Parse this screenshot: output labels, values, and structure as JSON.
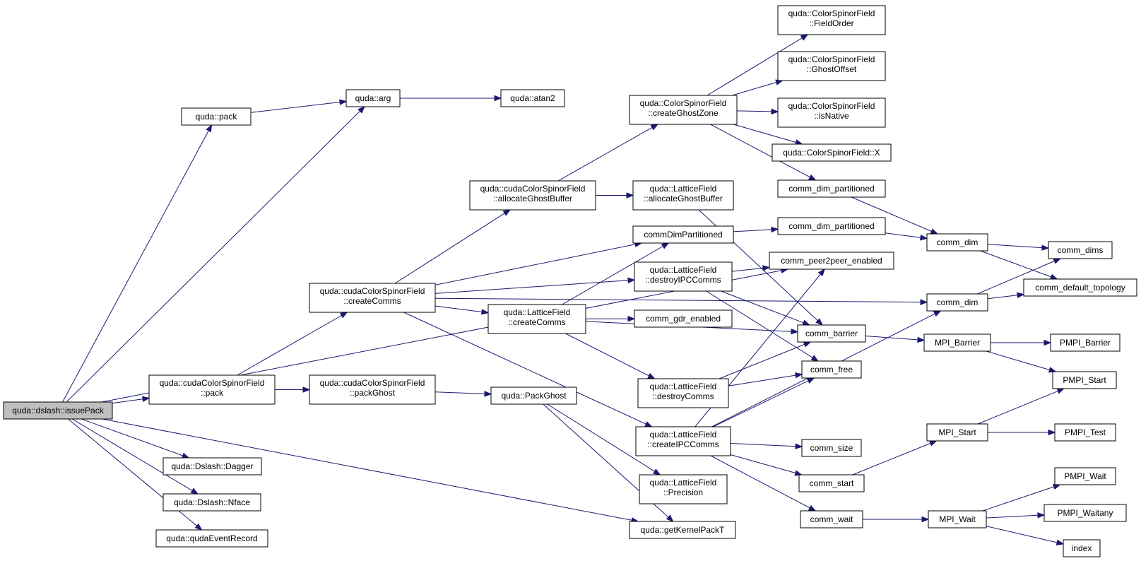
{
  "nodes": [
    {
      "id": "issuePack",
      "lines": [
        "quda::dslash::issuePack"
      ],
      "root": true
    },
    {
      "id": "arg",
      "lines": [
        "quda::arg"
      ]
    },
    {
      "id": "pack",
      "lines": [
        "quda::pack"
      ]
    },
    {
      "id": "atan2",
      "lines": [
        "quda::atan2"
      ]
    },
    {
      "id": "cudaPack",
      "lines": [
        "quda::cudaColorSpinorField",
        "::pack"
      ]
    },
    {
      "id": "cudaCreateComms",
      "lines": [
        "quda::cudaColorSpinorField",
        "::createComms"
      ]
    },
    {
      "id": "packGhost",
      "lines": [
        "quda::cudaColorSpinorField",
        "::packGhost"
      ]
    },
    {
      "id": "PackGhost",
      "lines": [
        "quda::PackGhost"
      ]
    },
    {
      "id": "Dagger",
      "lines": [
        "quda::Dslash::Dagger"
      ]
    },
    {
      "id": "Nface",
      "lines": [
        "quda::Dslash::Nface"
      ]
    },
    {
      "id": "qudaEventRecord",
      "lines": [
        "quda::qudaEventRecord"
      ]
    },
    {
      "id": "getKernelPackT",
      "lines": [
        "quda::getKernelPackT"
      ]
    },
    {
      "id": "cudaAllocGhost",
      "lines": [
        "quda::cudaColorSpinorField",
        "::allocateGhostBuffer"
      ]
    },
    {
      "id": "createGhostZone",
      "lines": [
        "quda::ColorSpinorField",
        "::createGhostZone"
      ]
    },
    {
      "id": "FieldOrder",
      "lines": [
        "quda::ColorSpinorField",
        "::FieldOrder"
      ]
    },
    {
      "id": "GhostOffset",
      "lines": [
        "quda::ColorSpinorField",
        "::GhostOffset"
      ]
    },
    {
      "id": "isNative",
      "lines": [
        "quda::ColorSpinorField",
        "::isNative"
      ]
    },
    {
      "id": "CSF_X",
      "lines": [
        "quda::ColorSpinorField::X"
      ]
    },
    {
      "id": "commDimPartA",
      "lines": [
        "comm_dim_partitioned"
      ]
    },
    {
      "id": "latAllocGhost",
      "lines": [
        "quda::LatticeField",
        "::allocateGhostBuffer"
      ]
    },
    {
      "id": "commDimPartitioned",
      "lines": [
        "commDimPartitioned"
      ]
    },
    {
      "id": "commDimPartB",
      "lines": [
        "comm_dim_partitioned"
      ]
    },
    {
      "id": "destroyIPC",
      "lines": [
        "quda::LatticeField",
        "::destroyIPCComms"
      ]
    },
    {
      "id": "peer2peer",
      "lines": [
        "comm_peer2peer_enabled"
      ]
    },
    {
      "id": "latCreateComms",
      "lines": [
        "quda::LatticeField",
        "::createComms"
      ]
    },
    {
      "id": "gdrEnabled",
      "lines": [
        "comm_gdr_enabled"
      ]
    },
    {
      "id": "commBarrier",
      "lines": [
        "comm_barrier"
      ]
    },
    {
      "id": "destroyComms",
      "lines": [
        "quda::LatticeField",
        "::destroyComms"
      ]
    },
    {
      "id": "commFree",
      "lines": [
        "comm_free"
      ]
    },
    {
      "id": "createIPC",
      "lines": [
        "quda::LatticeField",
        "::createIPCComms"
      ]
    },
    {
      "id": "commSize",
      "lines": [
        "comm_size"
      ]
    },
    {
      "id": "commStart",
      "lines": [
        "comm_start"
      ]
    },
    {
      "id": "commWait",
      "lines": [
        "comm_wait"
      ]
    },
    {
      "id": "Precision",
      "lines": [
        "quda::LatticeField",
        "::Precision"
      ]
    },
    {
      "id": "commDimA",
      "lines": [
        "comm_dim"
      ]
    },
    {
      "id": "commDimB",
      "lines": [
        "comm_dim"
      ]
    },
    {
      "id": "commDims",
      "lines": [
        "comm_dims"
      ]
    },
    {
      "id": "defTopology",
      "lines": [
        "comm_default_topology"
      ]
    },
    {
      "id": "MPIBarrier",
      "lines": [
        "MPI_Barrier"
      ]
    },
    {
      "id": "PMPIBarrier",
      "lines": [
        "PMPI_Barrier"
      ]
    },
    {
      "id": "PMPIStart",
      "lines": [
        "PMPI_Start"
      ]
    },
    {
      "id": "MPIStart",
      "lines": [
        "MPI_Start"
      ]
    },
    {
      "id": "PMPITest",
      "lines": [
        "PMPI_Test"
      ]
    },
    {
      "id": "MPIWait",
      "lines": [
        "MPI_Wait"
      ]
    },
    {
      "id": "PMPIWait",
      "lines": [
        "PMPI_Wait"
      ]
    },
    {
      "id": "PMPIWaitany",
      "lines": [
        "PMPI_Waitany"
      ]
    },
    {
      "id": "index",
      "lines": [
        "index"
      ]
    }
  ],
  "edges": [
    [
      "issuePack",
      "arg"
    ],
    [
      "issuePack",
      "pack"
    ],
    [
      "pack",
      "arg"
    ],
    [
      "arg",
      "atan2"
    ],
    [
      "issuePack",
      "peer2peer"
    ],
    [
      "issuePack",
      "cudaPack"
    ],
    [
      "issuePack",
      "Dagger"
    ],
    [
      "issuePack",
      "Nface"
    ],
    [
      "issuePack",
      "qudaEventRecord"
    ],
    [
      "issuePack",
      "getKernelPackT"
    ],
    [
      "cudaPack",
      "cudaCreateComms"
    ],
    [
      "cudaPack",
      "packGhost"
    ],
    [
      "packGhost",
      "PackGhost"
    ],
    [
      "PackGhost",
      "Precision"
    ],
    [
      "PackGhost",
      "getKernelPackT"
    ],
    [
      "cudaCreateComms",
      "cudaAllocGhost"
    ],
    [
      "cudaCreateComms",
      "commDimPartitioned"
    ],
    [
      "cudaCreateComms",
      "destroyIPC"
    ],
    [
      "cudaCreateComms",
      "latCreateComms"
    ],
    [
      "cudaCreateComms",
      "createIPC"
    ],
    [
      "cudaCreateComms",
      "commDimB"
    ],
    [
      "cudaAllocGhost",
      "createGhostZone"
    ],
    [
      "cudaAllocGhost",
      "latAllocGhost"
    ],
    [
      "createGhostZone",
      "FieldOrder"
    ],
    [
      "createGhostZone",
      "GhostOffset"
    ],
    [
      "createGhostZone",
      "isNative"
    ],
    [
      "createGhostZone",
      "CSF_X"
    ],
    [
      "createGhostZone",
      "commDimPartA"
    ],
    [
      "commDimPartA",
      "commDimA"
    ],
    [
      "latAllocGhost",
      "commBarrier"
    ],
    [
      "commDimPartitioned",
      "commDimPartB"
    ],
    [
      "commDimPartB",
      "commDimA"
    ],
    [
      "latCreateComms",
      "commDimPartitioned"
    ],
    [
      "latCreateComms",
      "gdrEnabled"
    ],
    [
      "latCreateComms",
      "commBarrier"
    ],
    [
      "latCreateComms",
      "destroyComms"
    ],
    [
      "destroyIPC",
      "peer2peer"
    ],
    [
      "destroyIPC",
      "commBarrier"
    ],
    [
      "destroyIPC",
      "commFree"
    ],
    [
      "destroyComms",
      "commBarrier"
    ],
    [
      "destroyComms",
      "commFree"
    ],
    [
      "createIPC",
      "peer2peer"
    ],
    [
      "createIPC",
      "commFree"
    ],
    [
      "createIPC",
      "commSize"
    ],
    [
      "createIPC",
      "commStart"
    ],
    [
      "createIPC",
      "commWait"
    ],
    [
      "createIPC",
      "commDimB"
    ],
    [
      "commDimA",
      "commDims"
    ],
    [
      "commDimA",
      "defTopology"
    ],
    [
      "commDimB",
      "commDims"
    ],
    [
      "commDimB",
      "defTopology"
    ],
    [
      "commBarrier",
      "MPIBarrier"
    ],
    [
      "MPIBarrier",
      "PMPIBarrier"
    ],
    [
      "MPIBarrier",
      "PMPIStart"
    ],
    [
      "commStart",
      "MPIStart"
    ],
    [
      "MPIStart",
      "PMPIStart"
    ],
    [
      "MPIStart",
      "PMPITest"
    ],
    [
      "commWait",
      "MPIWait"
    ],
    [
      "MPIWait",
      "PMPIWait"
    ],
    [
      "MPIWait",
      "PMPIWaitany"
    ],
    [
      "MPIWait",
      "index"
    ]
  ]
}
